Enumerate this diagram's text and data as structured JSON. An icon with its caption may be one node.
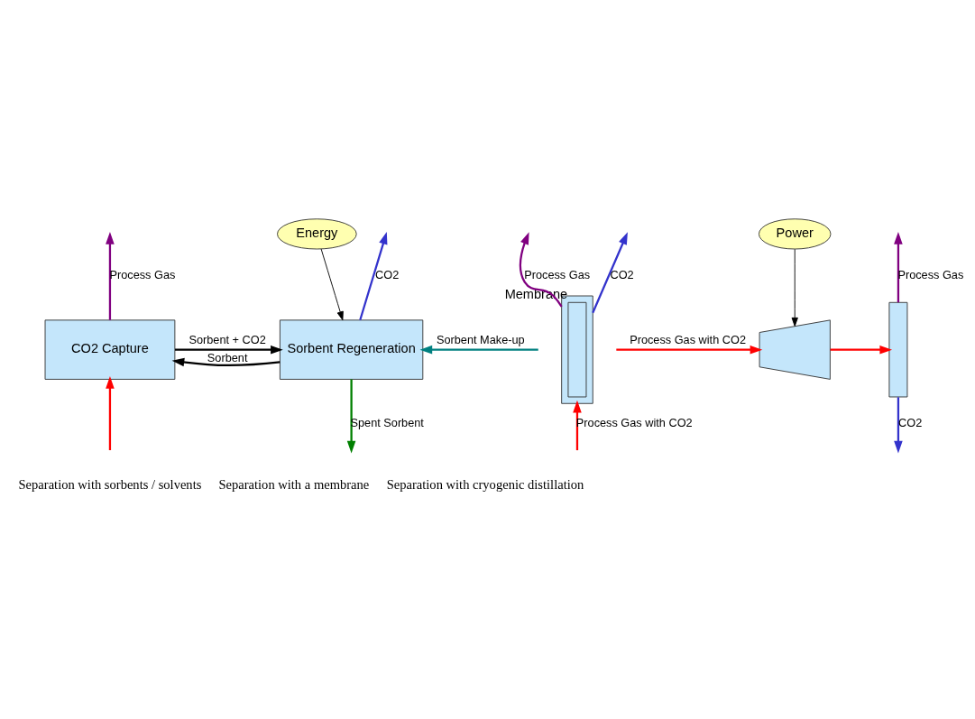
{
  "diagram": {
    "nodes": [
      {
        "text": [
          "CO2 Capture"
        ]
      },
      {
        "text": [
          "Sorbent Regeneration"
        ]
      },
      {
        "text": [
          "Energy"
        ]
      },
      {
        "text": [],
        "shape": "box"
      },
      {
        "text": [],
        "shape": "bar",
        "in": 3,
        "beside": [
          "Membrane"
        ]
      },
      {
        "text": [
          "Power"
        ]
      },
      {
        "text": [],
        "shape": "trapezoid"
      },
      {
        "text": [],
        "shape": "bar"
      }
    ],
    "edges": [
      {
        "from": 0,
        "to": null,
        "arrow": "to",
        "label": "Process Gas",
        "color": "#800080"
      },
      {
        "from": null,
        "to": 0,
        "arrow": "to",
        "color": "#ff0000"
      },
      {
        "from": 0,
        "to": 1,
        "arrow": "to",
        "label": "Sorbent + CO2",
        "color": "#000000"
      },
      {
        "from": 1,
        "to": 0,
        "arrow": "to",
        "label": "Sorbent",
        "color": "#000000"
      },
      {
        "from": null,
        "to": 1,
        "arrow": "to",
        "label": "Sorbent Make-up",
        "color": "#008080"
      },
      {
        "from": 1,
        "to": null,
        "arrow": "to",
        "label": "CO2",
        "color": "#3333cc"
      },
      {
        "from": 2,
        "to": 1,
        "arrow": "to",
        "color": "#000000"
      },
      {
        "from": 1,
        "to": null,
        "arrow": "to",
        "label": "Spent Sorbent",
        "color": "#008000"
      },
      {
        "from": 3,
        "to": null,
        "arrow": "to",
        "label": "Process Gas",
        "color": "#800080"
      },
      {
        "from": 3,
        "to": null,
        "arrow": "to",
        "label": "CO2",
        "color": "#3333cc"
      },
      {
        "from": null,
        "to": 3,
        "arrow": "to",
        "label": "Process Gas with CO2",
        "color": "#ff0000"
      },
      {
        "from": 5,
        "to": 6,
        "arrow": "to",
        "color": "#000000"
      },
      {
        "from": null,
        "to": 6,
        "arrow": "to",
        "label": "Process Gas with CO2",
        "color": "#ff0000"
      },
      {
        "from": 6,
        "to": 7,
        "arrow": "to",
        "color": "#ff0000"
      },
      {
        "from": 7,
        "to": null,
        "arrow": "to",
        "label": "Process Gas",
        "color": "#800080"
      },
      {
        "from": 7,
        "to": null,
        "arrow": "to",
        "label": "CO2",
        "color": "#3333cc"
      }
    ],
    "labels": [
      "Separation with sorbents / solvents",
      "Separation with a membrane",
      "Separation with cryogenic distillation"
    ]
  }
}
